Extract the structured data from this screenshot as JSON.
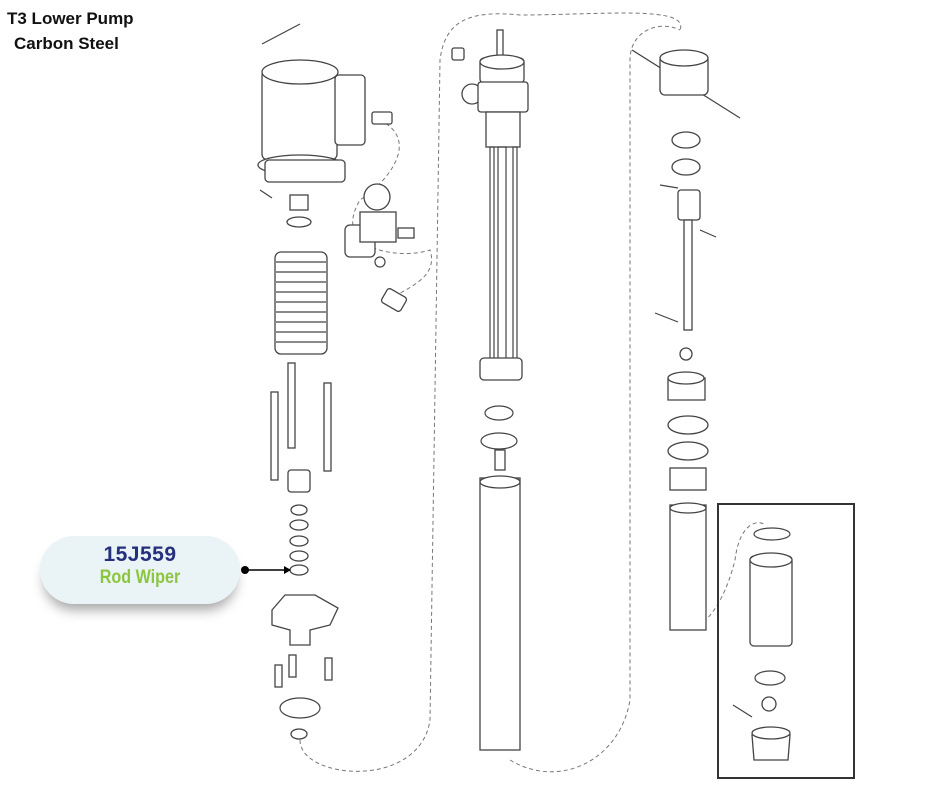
{
  "title": {
    "line1": "T3 Lower Pump",
    "line2": "Carbon Steel"
  },
  "callout": {
    "part_number": "15J559",
    "part_name": "Rod Wiper"
  },
  "colors": {
    "part_number": "#24307a",
    "part_name": "#8cc63f",
    "callout_bg": "#eaf3f5"
  }
}
